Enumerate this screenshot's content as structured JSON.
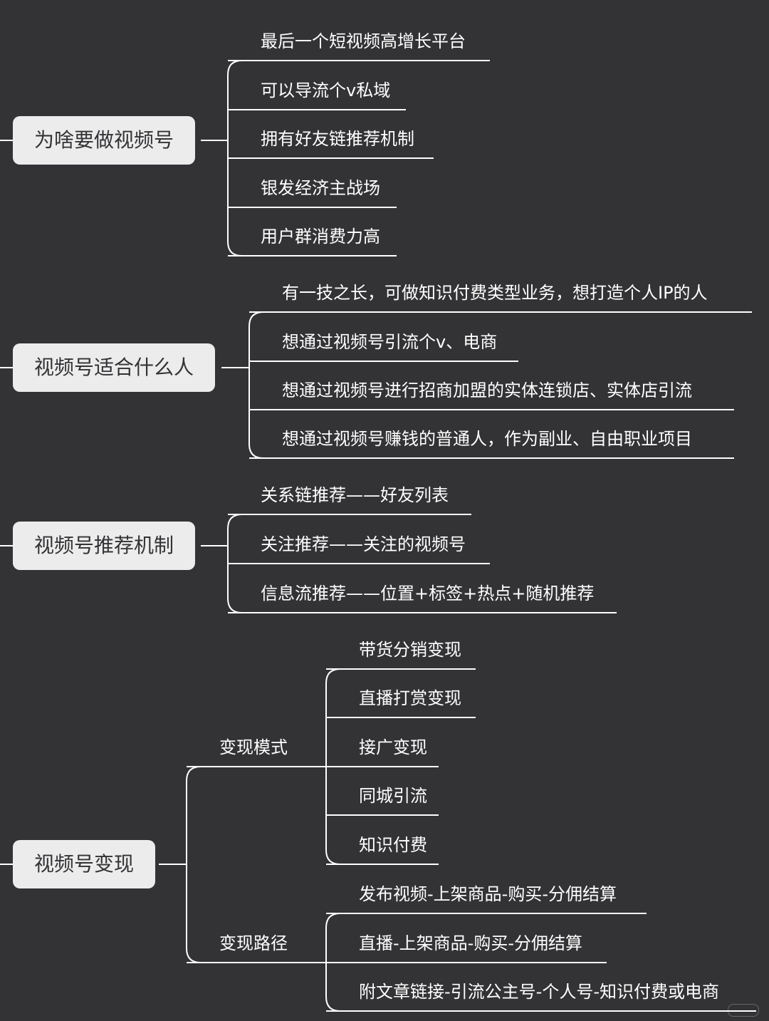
{
  "mindmap": {
    "sections": [
      {
        "title": "为啥要做视频号",
        "items": [
          "最后一个短视频高增长平台",
          "可以导流个v私域",
          "拥有好友链推荐机制",
          "银发经济主战场",
          "用户群消费力高"
        ]
      },
      {
        "title": "视频号适合什么人",
        "items": [
          "有一技之长，可做知识付费类型业务，想打造个人IP的人",
          "想通过视频号引流个v、电商",
          "想通过视频号进行招商加盟的实体连锁店、实体店引流",
          "想通过视频号赚钱的普通人，作为副业、自由职业项目"
        ]
      },
      {
        "title": "视频号推荐机制",
        "items": [
          "关系链推荐——好友列表",
          "关注推荐——关注的视频号",
          "信息流推荐——位置+标签+热点+随机推荐"
        ]
      },
      {
        "title": "视频号变现",
        "groups": [
          {
            "label": "变现模式",
            "items": [
              "带货分销变现",
              "直播打赏变现",
              "接广变现",
              "同城引流",
              "知识付费"
            ]
          },
          {
            "label": "变现路径",
            "items": [
              "发布视频-上架商品-购买-分佣结算",
              "直播-上架商品-购买-分佣结算",
              "附文章链接-引流公主号-个人号-知识付费或电商"
            ]
          }
        ]
      }
    ]
  }
}
